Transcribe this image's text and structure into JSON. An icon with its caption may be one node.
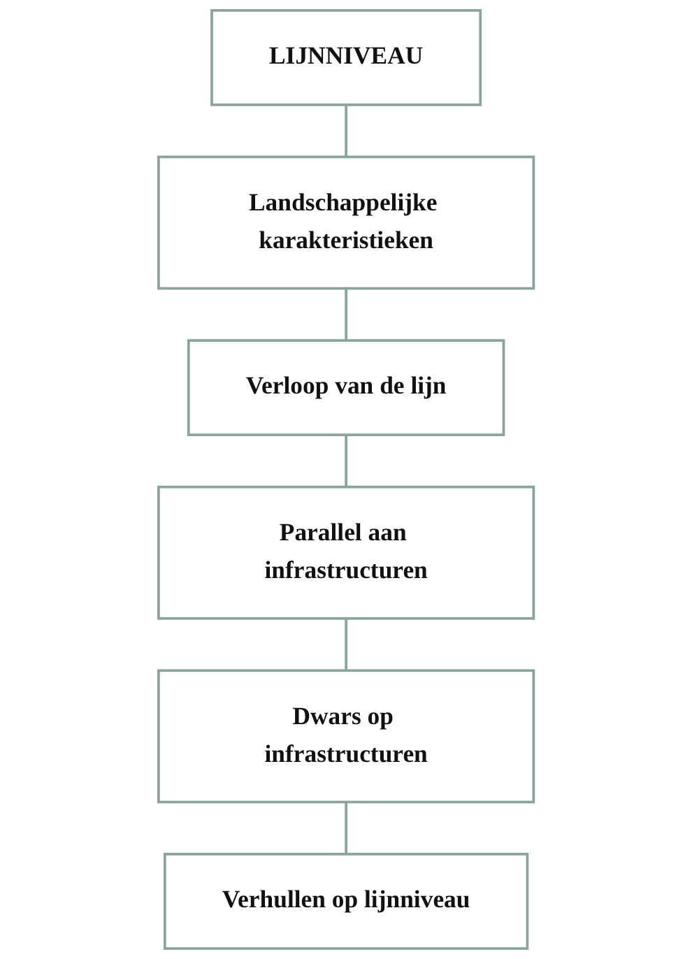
{
  "diagram": {
    "nodes": [
      {
        "text": [
          "LIJNNIVEAU"
        ]
      },
      {
        "text": [
          "Landschappelijke karakteristieken"
        ]
      },
      {
        "text": [
          "Verloop van de lijn"
        ]
      },
      {
        "text": [
          "Parallel aan infrastructuren"
        ]
      },
      {
        "text": [
          "Dwars op infrastructuren"
        ]
      },
      {
        "text": [
          "Verhullen op lijnniveau"
        ]
      }
    ],
    "edges": [
      {
        "from": 0,
        "to": 1,
        "arrow": "none"
      },
      {
        "from": 1,
        "to": 2,
        "arrow": "none"
      },
      {
        "from": 2,
        "to": 3,
        "arrow": "none"
      },
      {
        "from": 3,
        "to": 4,
        "arrow": "none"
      },
      {
        "from": 4,
        "to": 5,
        "arrow": "none"
      }
    ]
  }
}
